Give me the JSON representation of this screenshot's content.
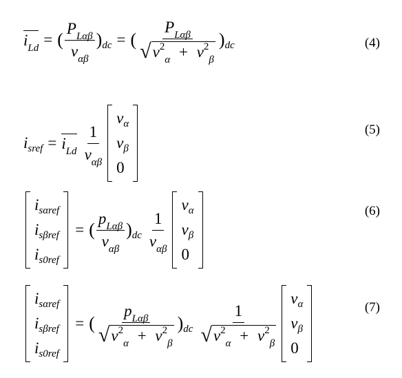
{
  "equations": [
    {
      "number": "(4)"
    },
    {
      "number": "(5)"
    },
    {
      "number": "(6)"
    },
    {
      "number": "(7)"
    }
  ],
  "symbols": {
    "i": "i",
    "v": "v",
    "P": "P",
    "p": "p",
    "one": "1",
    "zero": "0",
    "two": "2",
    "equals": "=",
    "plus": "+",
    "lparen": "(",
    "rparen": ")",
    "sub_Ld": "Ld",
    "sub_Lab": "Lαβ",
    "sub_ab": "αβ",
    "sub_dc": "dc",
    "sub_alpha": "α",
    "sub_beta": "β",
    "sub_sref": "sref",
    "sub_saref": "sαref",
    "sub_sbref": "sβref",
    "sub_s0ref": "s0ref"
  }
}
